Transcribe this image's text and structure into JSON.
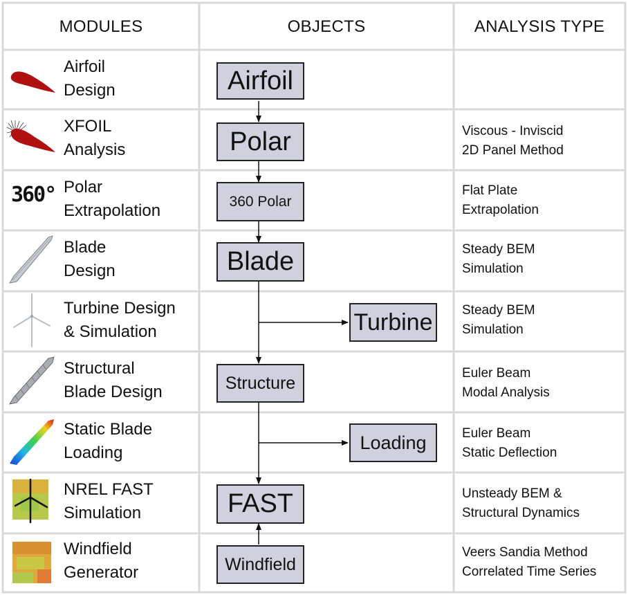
{
  "headers": {
    "modules": "MODULES",
    "objects": "OBJECTS",
    "analysis": "ANALYSIS TYPE"
  },
  "rows": [
    {
      "module": "Airfoil\nDesign",
      "icon": "airfoil-icon",
      "object": "Airfoil",
      "analysis": ""
    },
    {
      "module": "XFOIL\nAnalysis",
      "icon": "xfoil-icon",
      "object": "Polar",
      "analysis": "Viscous - Inviscid\n2D Panel Method"
    },
    {
      "module": "Polar\nExtrapolation",
      "icon": "360-degree-icon",
      "icon_text": "360°",
      "object": "360 Polar",
      "analysis": "Flat Plate\nExtrapolation"
    },
    {
      "module": "Blade\nDesign",
      "icon": "blade-icon",
      "object": "Blade",
      "analysis": "Steady BEM\nSimulation"
    },
    {
      "module": "Turbine Design\n& Simulation",
      "icon": "wind-turbine-icon",
      "object": "Turbine",
      "analysis": "Steady BEM\nSimulation"
    },
    {
      "module": "Structural\nBlade Design",
      "icon": "structural-blade-icon",
      "object": "Structure",
      "analysis": "Euler Beam\nModal Analysis"
    },
    {
      "module": "Static Blade\nLoading",
      "icon": "loaded-blade-icon",
      "object": "Loading",
      "analysis": "Euler Beam\nStatic Deflection"
    },
    {
      "module": "NREL FAST\nSimulation",
      "icon": "fast-turbine-field-icon",
      "object": "FAST",
      "analysis": "Unsteady BEM &\nStructural Dynamics"
    },
    {
      "module": "Windfield\nGenerator",
      "icon": "windfield-icon",
      "object": "Windfield",
      "analysis": "Veers Sandia Method\nCorrelated Time Series"
    }
  ],
  "colors": {
    "object_fill": "#cfd2de",
    "grid_line": "#d8d8d8",
    "airfoil": "#b01010",
    "text": "#111111"
  }
}
